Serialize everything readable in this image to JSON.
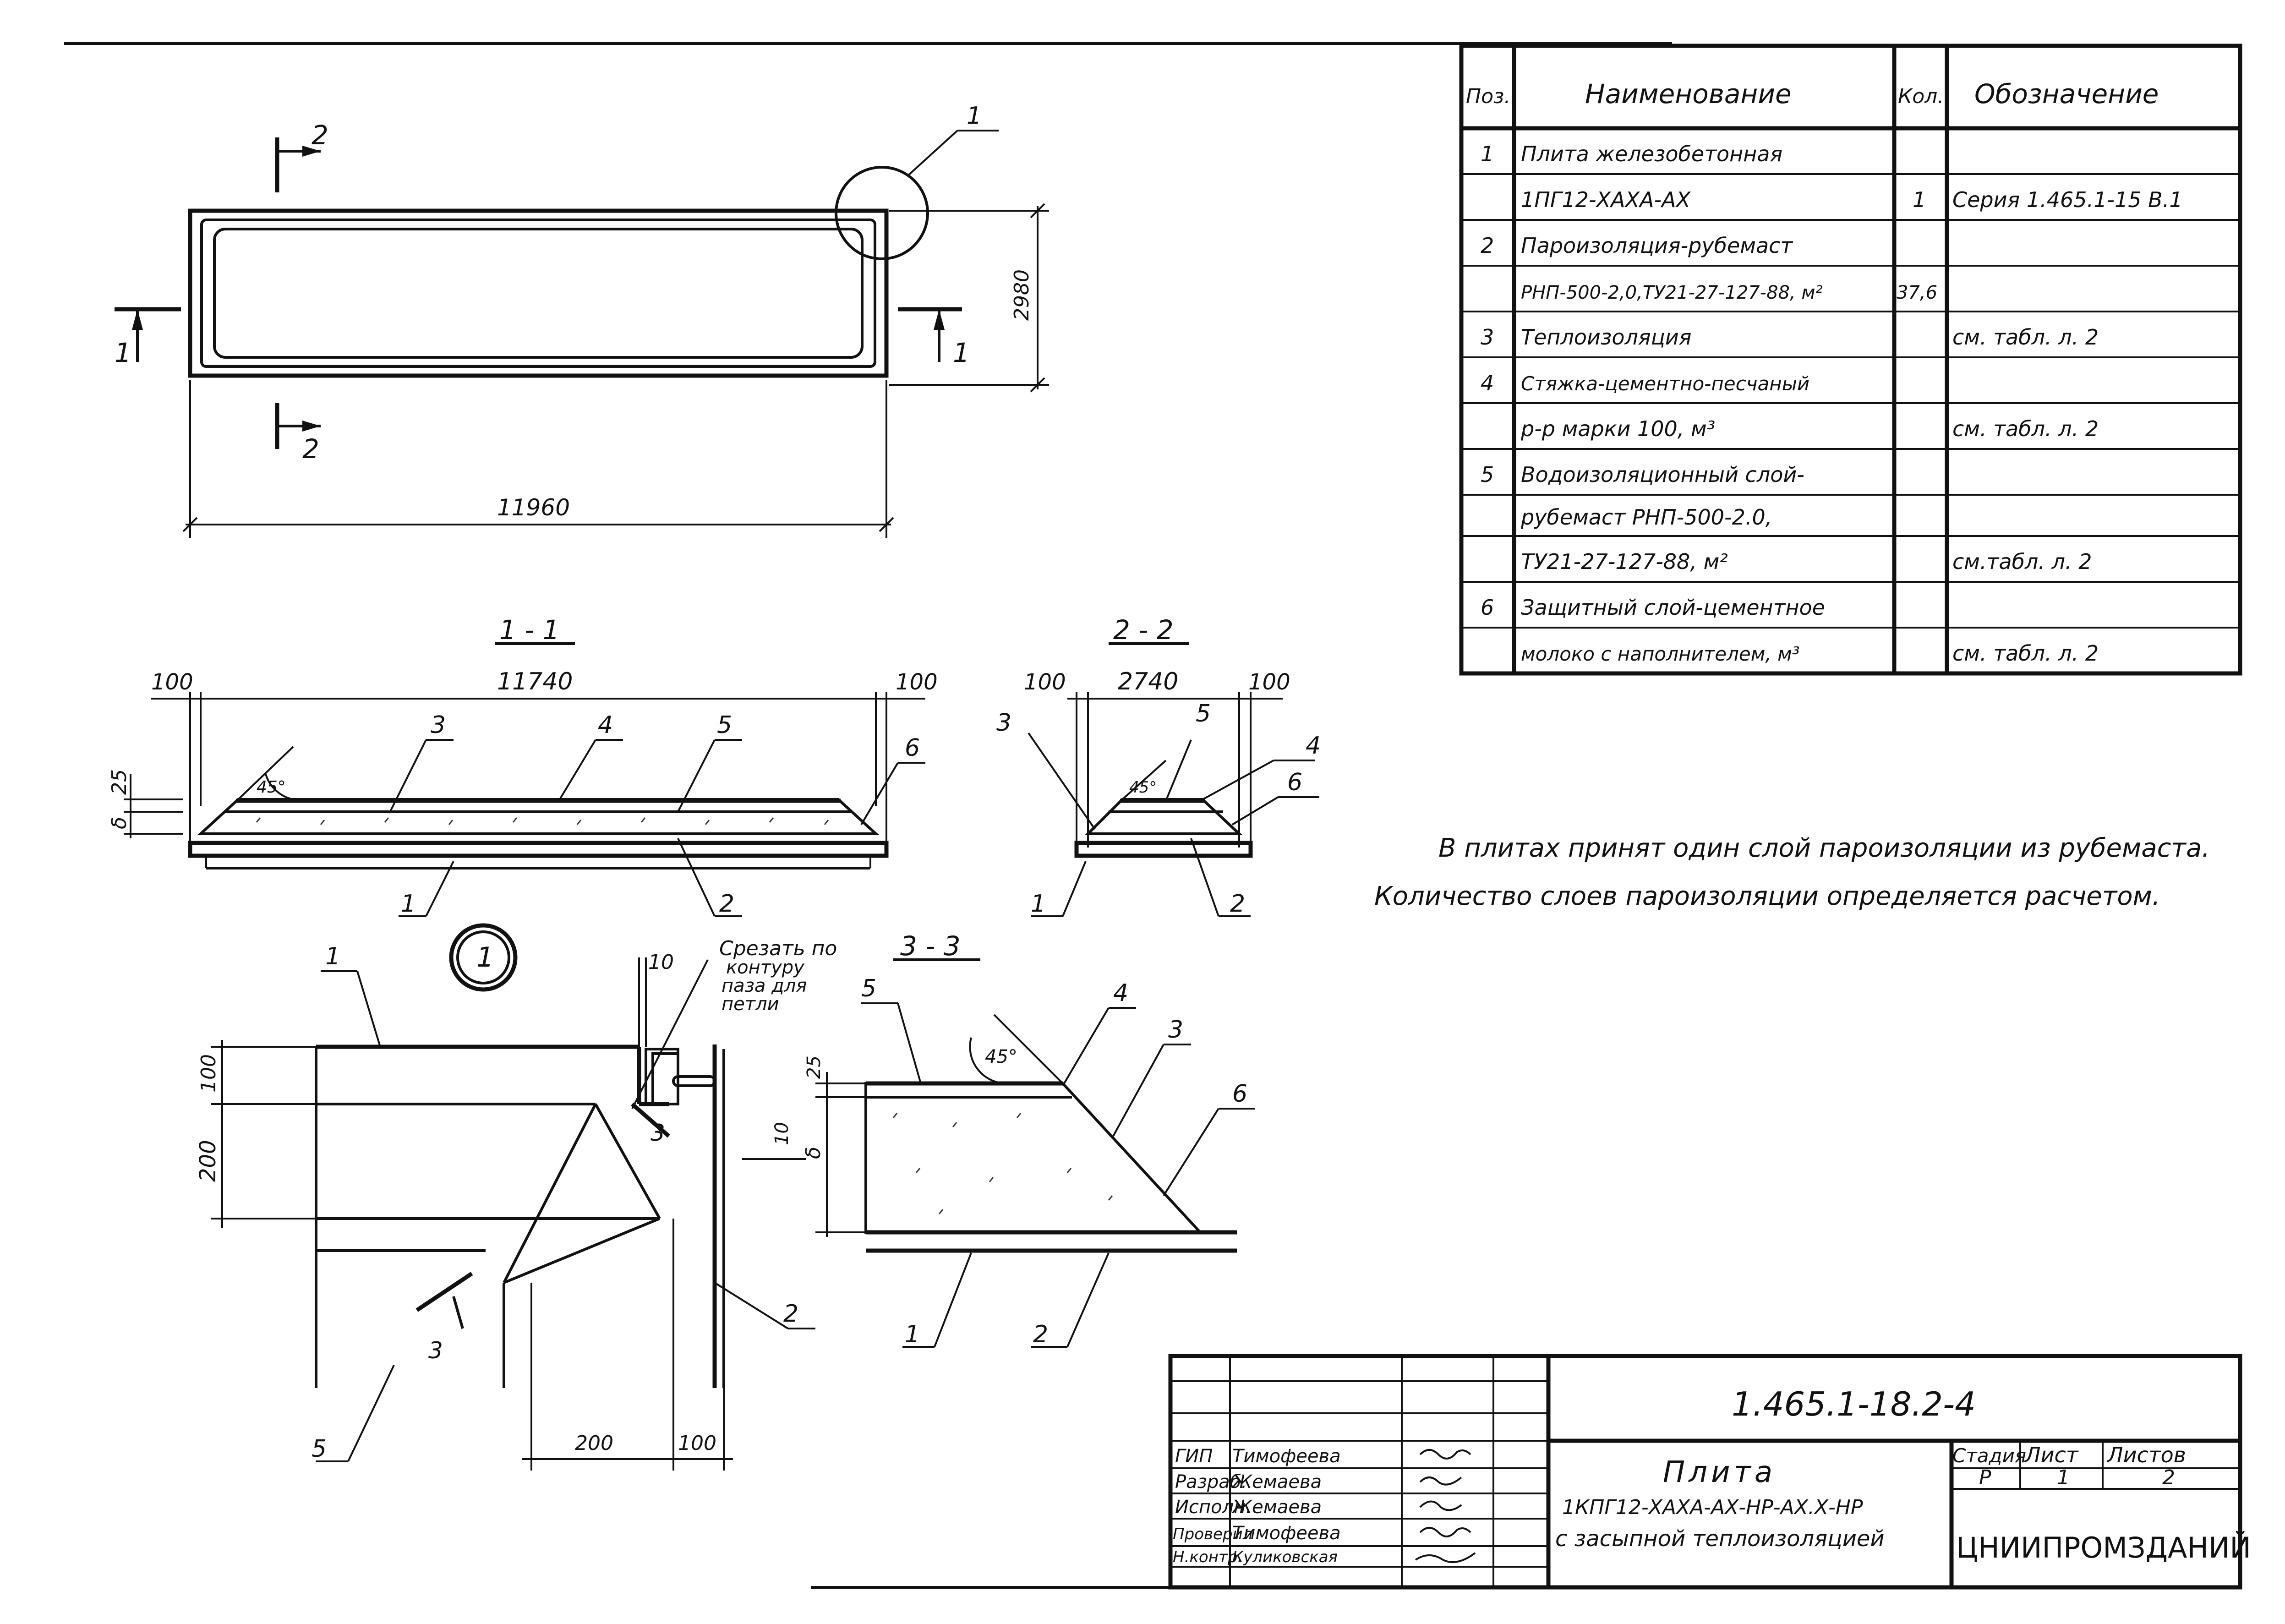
{
  "spec_table": {
    "headers": {
      "pos": "Поз.",
      "name": "Наименование",
      "qty": "Кол.",
      "designation": "Обозначение"
    },
    "rows": [
      {
        "pos": "1",
        "name": "Плита железобетонная",
        "qty": "",
        "designation": ""
      },
      {
        "pos": "",
        "name": "1ПГ12-ХАХА-АХ",
        "qty": "1",
        "designation": "Серия 1.465.1-15 В.1"
      },
      {
        "pos": "2",
        "name": "Пароизоляция-рубемаст",
        "qty": "",
        "designation": ""
      },
      {
        "pos": "",
        "name": "РНП-500-2,0,ТУ21-27-127-88, м²",
        "qty": "37,6",
        "designation": ""
      },
      {
        "pos": "3",
        "name": "Теплоизоляция",
        "qty": "",
        "designation": "см. табл. л. 2"
      },
      {
        "pos": "4",
        "name": "Стяжка-цементно-песчаный",
        "qty": "",
        "designation": ""
      },
      {
        "pos": "",
        "name": "р-р марки 100,           м³",
        "qty": "",
        "designation": "см. табл. л. 2"
      },
      {
        "pos": "5",
        "name": "Водоизоляционный слой-",
        "qty": "",
        "designation": ""
      },
      {
        "pos": "",
        "name": "рубемаст РНП-500-2.0,",
        "qty": "",
        "designation": ""
      },
      {
        "pos": "",
        "name": "ТУ21-27-127-88,       м²",
        "qty": "",
        "designation": "см.табл. л. 2"
      },
      {
        "pos": "6",
        "name": "Защитный слой-цементное",
        "qty": "",
        "designation": ""
      },
      {
        "pos": "",
        "name": "молоко с наполнителем, м³",
        "qty": "",
        "designation": "см. табл. л. 2"
      }
    ]
  },
  "notes": {
    "line1": "В плитах принят один слой пароизоляции из рубемаста.",
    "line2": "Количество слоев пароизоляции определяется расчетом."
  },
  "plan": {
    "length": "11960",
    "width": "2980",
    "cut1": "1",
    "cut2": "2",
    "callout": "1"
  },
  "section_1_1": {
    "title": "1 - 1",
    "span": "11740",
    "edge_left": "100",
    "edge_right": "100",
    "depth_25": "25",
    "depth_delta": "δ",
    "angle": "45°",
    "labels": [
      "1",
      "2",
      "3",
      "4",
      "5",
      "6"
    ]
  },
  "section_2_2": {
    "title": "2 - 2",
    "span": "2740",
    "edge_left": "100",
    "edge_right": "100",
    "angle": "45°",
    "labels": [
      "1",
      "2",
      "3",
      "4",
      "5",
      "6"
    ]
  },
  "detail_1": {
    "marker": "1",
    "note_line1": "Срезать по",
    "note_line2": "контуру",
    "note_line3": "паза для",
    "note_line4": "петли",
    "dim_10": "10",
    "dim_100_top": "100",
    "dim_200_left": "200",
    "dim_200_bottom": "200",
    "dim_100_bottom": "100",
    "cut3": "3",
    "labels": [
      "1",
      "2",
      "5"
    ]
  },
  "section_3_3": {
    "title": "3 - 3",
    "angle": "45°",
    "dim_25": "25",
    "dim_10": "10",
    "dim_delta": "δ",
    "labels": [
      "1",
      "2",
      "3",
      "4",
      "5",
      "6"
    ]
  },
  "title_block": {
    "code": "1.465.1-18.2-4",
    "roles": [
      {
        "role": "ГИП",
        "name": "Тимофеева"
      },
      {
        "role": "Разраб.",
        "name": "Жемаева"
      },
      {
        "role": "Исполн.",
        "name": "Жемаева"
      },
      {
        "role": "Проверил",
        "name": "Тимофеева"
      },
      {
        "role": "Н.контр.",
        "name": "Куликовская"
      }
    ],
    "title_line1": "Плита",
    "title_line2": "1КПГ12-ХАХА-АХ-НР-АХ.Х-НР",
    "title_line3": "с засыпной теплоизоляцией",
    "stage_header": "Стадия",
    "sheet_header": "Лист",
    "sheets_header": "Листов",
    "stage": "Р",
    "sheet": "1",
    "sheets": "2",
    "org": "ЦНИИПРОМЗДАНИЙ"
  }
}
